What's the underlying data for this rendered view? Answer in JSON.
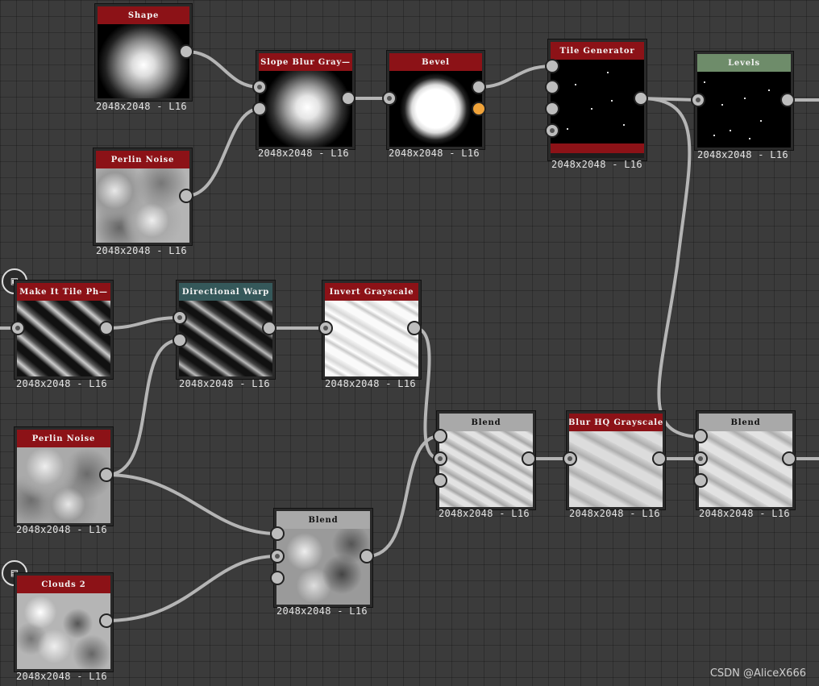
{
  "nodes": {
    "shape": {
      "title": "Shape",
      "caption": "2048x2048 - L16"
    },
    "perlin_top": {
      "title": "Perlin Noise",
      "caption": "2048x2048 - L16"
    },
    "slope_blur": {
      "title": "Slope Blur Gray—",
      "caption": "2048x2048 - L16"
    },
    "bevel": {
      "title": "Bevel",
      "caption": "2048x2048 - L16"
    },
    "tile_generator": {
      "title": "Tile Generator",
      "caption": "2048x2048 - L16"
    },
    "levels": {
      "title": "Levels",
      "caption": "2048x2048 - L16"
    },
    "make_it_tile": {
      "title": "Make It Tile Ph—",
      "caption": "2048x2048 - L16"
    },
    "directional_warp": {
      "title": "Directional Warp",
      "caption": "2048x2048 - L16"
    },
    "invert_grayscale": {
      "title": "Invert Grayscale",
      "caption": "2048x2048 - L16"
    },
    "perlin_mid": {
      "title": "Perlin Noise",
      "caption": "2048x2048 - L16"
    },
    "clouds2": {
      "title": "Clouds 2",
      "caption": "2048x2048 - L16"
    },
    "blend_lower": {
      "title": "Blend",
      "caption": "2048x2048 - L16"
    },
    "blend_left": {
      "title": "Blend",
      "caption": "2048x2048 - L16"
    },
    "blur_hq": {
      "title": "Blur HQ Grayscale",
      "caption": "2048x2048 - L16"
    },
    "blend_right": {
      "title": "Blend",
      "caption": "2048x2048 - L16"
    }
  },
  "icons": {
    "tile_badge": "checker-icon",
    "clouds_badge": "document-icon"
  },
  "colors": {
    "canvas": "#3b3b3b",
    "title_red": "#8c1217",
    "title_teal": "#35585a",
    "title_gray": "#a9a9a9",
    "title_green": "#6e8c6a",
    "wire": "#b5b5b5",
    "port_orange": "#f0a33a"
  },
  "watermark": "CSDN @AliceX666"
}
